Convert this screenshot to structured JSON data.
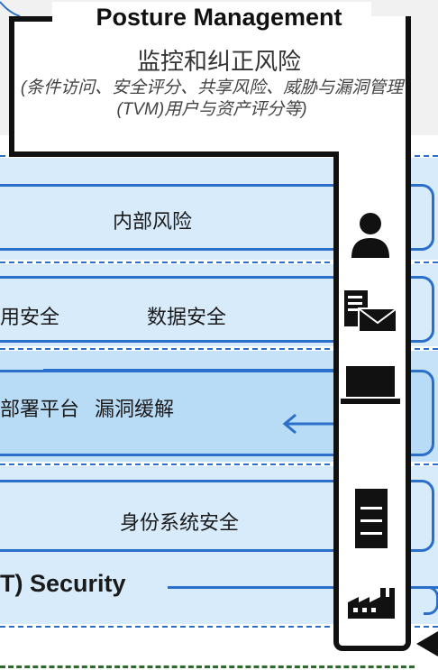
{
  "posture": {
    "title": "Posture Management",
    "subtitle": "监控和纠正风险",
    "description": "(条件访问、安全评分、共享风险、威胁与漏洞管理(TVM)用户与资产评分等)"
  },
  "layers": {
    "insider_risk": "内部风险",
    "app_security": "用安全",
    "data_security": "数据安全",
    "deploy_platform": "部署平台",
    "vuln_mitigation": "漏洞缓解",
    "identity_security": "身份系统安全",
    "ot_security": "T) Security"
  },
  "icons": [
    "user-icon",
    "document-mail-icon",
    "laptop-icon",
    "server-icon",
    "factory-icon"
  ],
  "colors": {
    "accent": "#2a6fc9",
    "band": "#d8ebfb",
    "frame": "#111111"
  }
}
